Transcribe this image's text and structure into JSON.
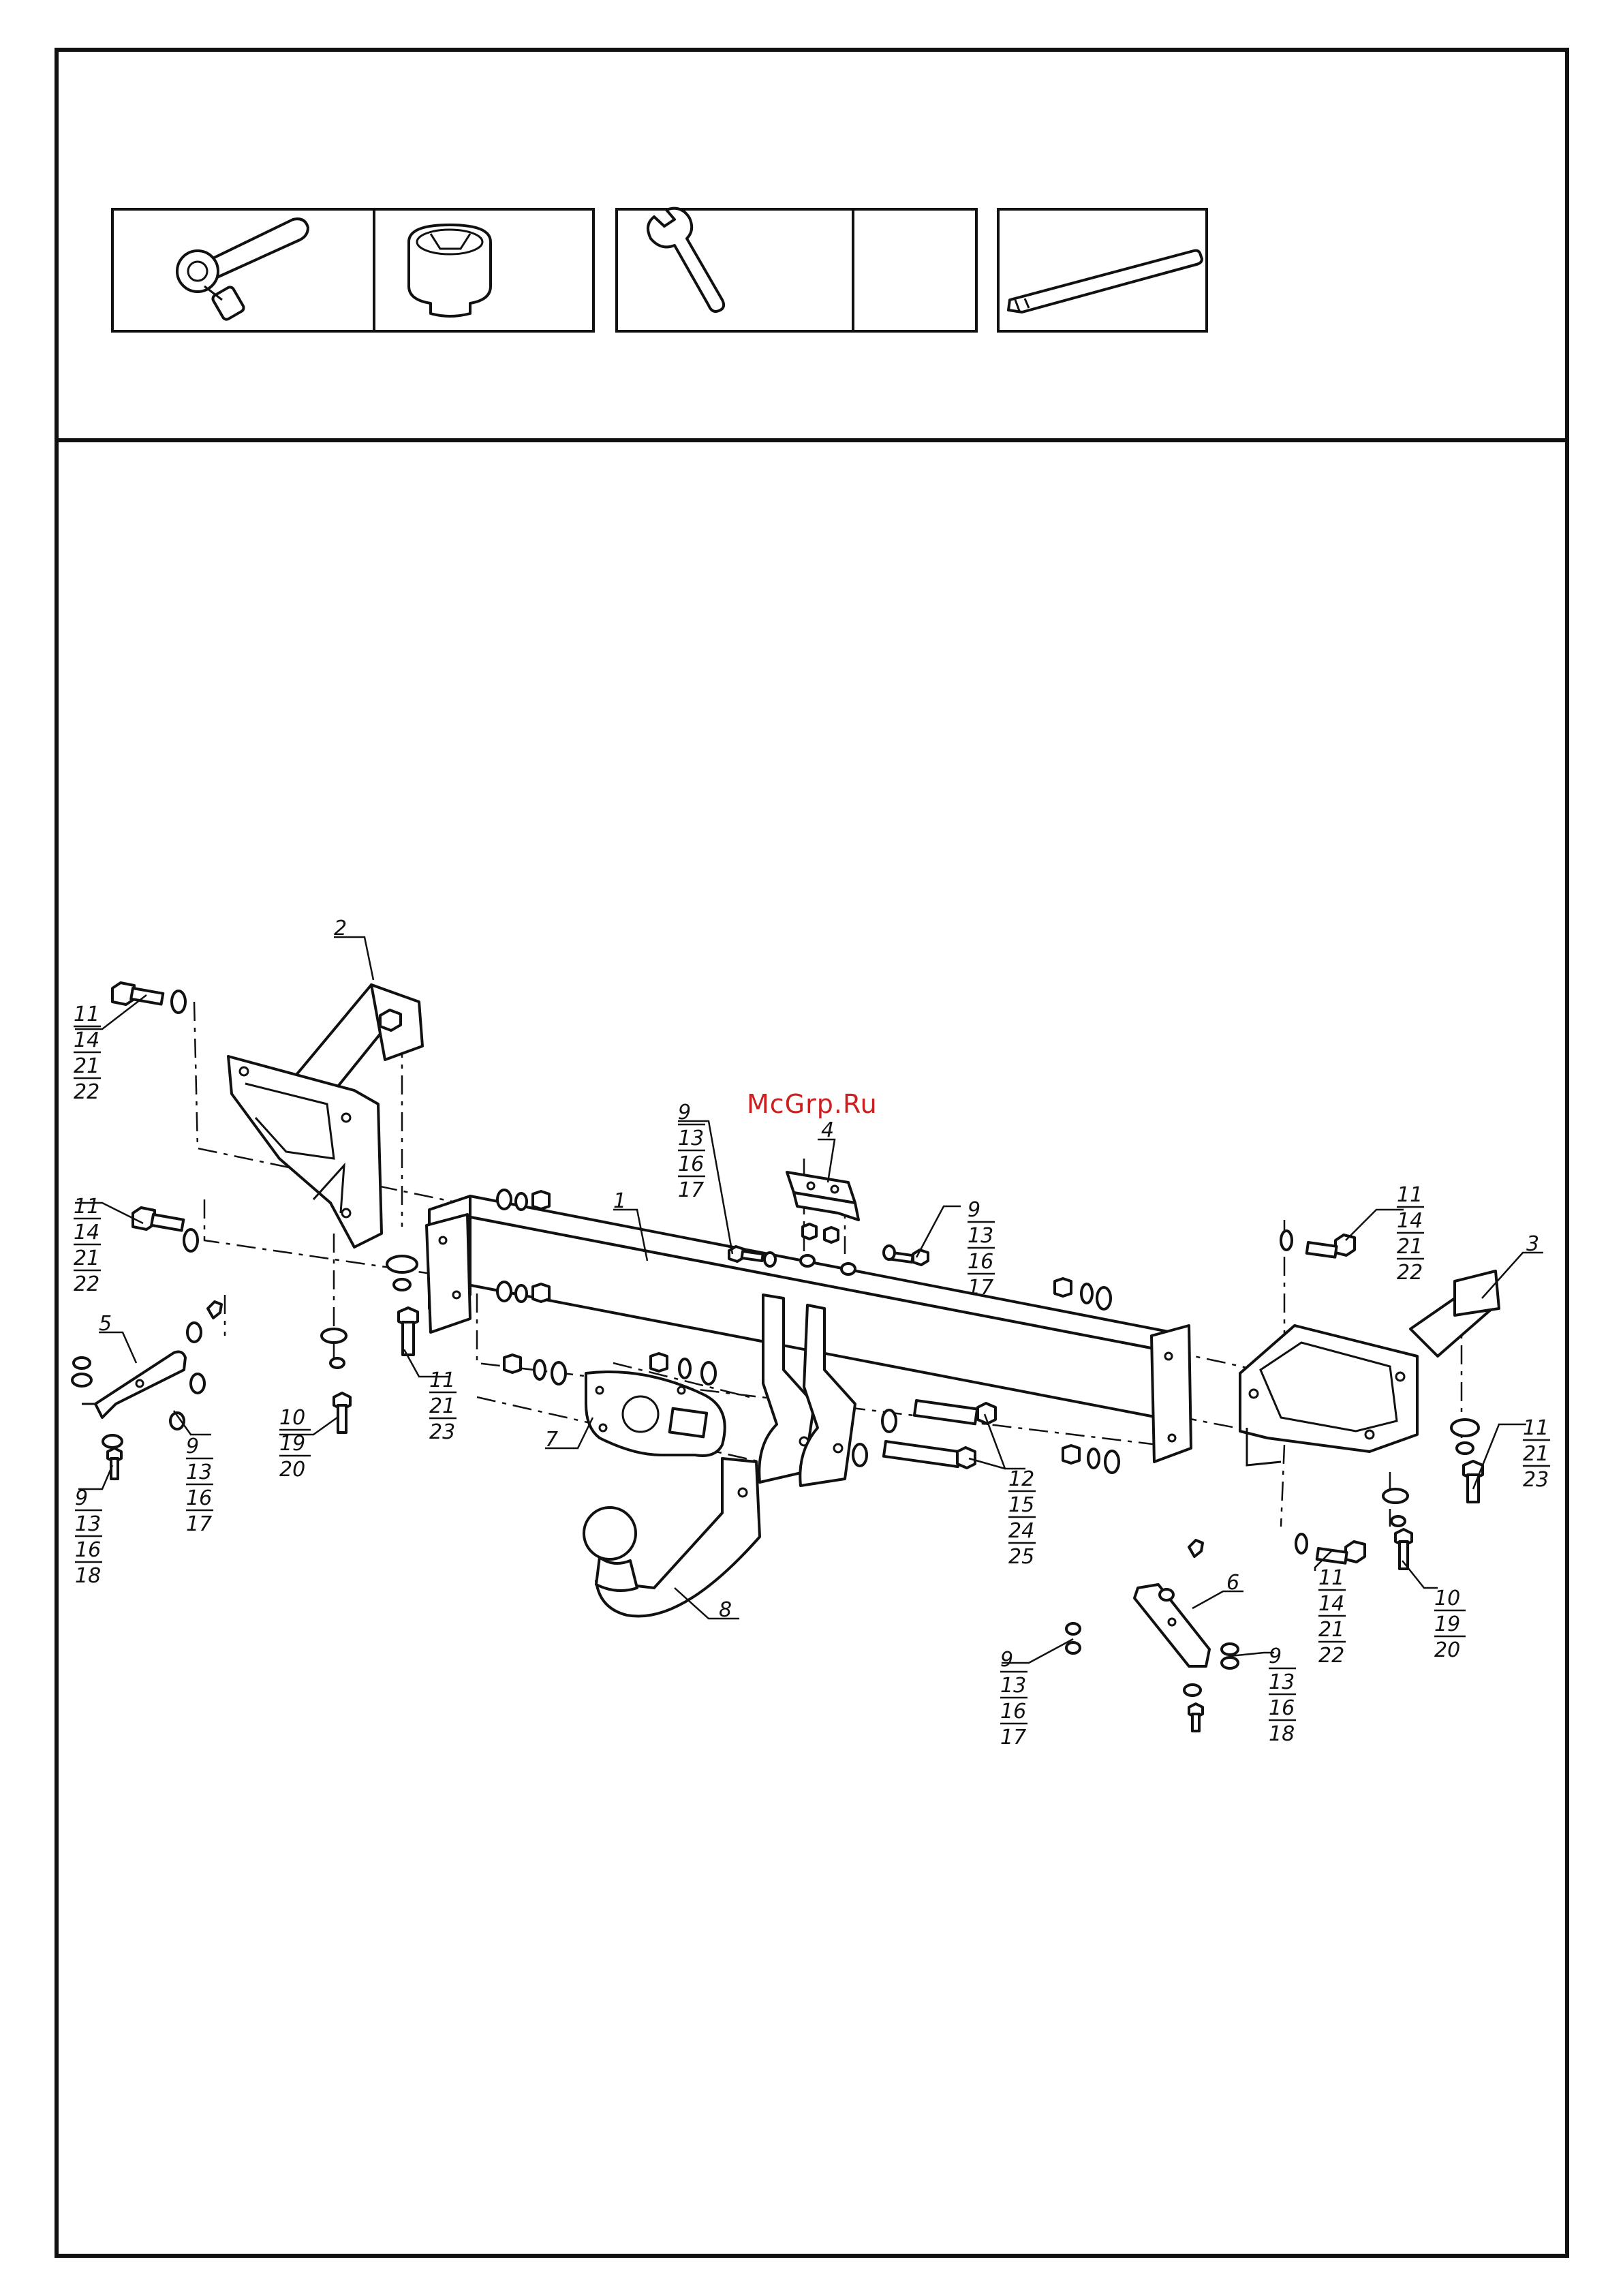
{
  "watermark": "McGrp.Ru",
  "tools": [
    {
      "name": "ratchet-wrench",
      "icon": "ratchet-icon"
    },
    {
      "name": "socket-head",
      "icon": "socket-icon"
    },
    {
      "name": "open-end-wrench",
      "icon": "wrench-icon"
    },
    {
      "name": "empty-cell",
      "icon": ""
    },
    {
      "name": "pry-bar",
      "icon": "pry-bar-icon"
    }
  ],
  "callouts": [
    {
      "id": "c1",
      "lines": [
        "1"
      ]
    },
    {
      "id": "c2",
      "lines": [
        "2"
      ]
    },
    {
      "id": "c3",
      "lines": [
        "3"
      ]
    },
    {
      "id": "c4",
      "lines": [
        "4"
      ]
    },
    {
      "id": "c5",
      "lines": [
        "5"
      ]
    },
    {
      "id": "c6",
      "lines": [
        "6"
      ]
    },
    {
      "id": "c7",
      "lines": [
        "7"
      ]
    },
    {
      "id": "c8",
      "lines": [
        "8"
      ]
    },
    {
      "id": "c9",
      "lines": [
        "11",
        "14",
        "21",
        "22"
      ]
    },
    {
      "id": "c10",
      "lines": [
        "11",
        "14",
        "21",
        "22"
      ]
    },
    {
      "id": "c11",
      "lines": [
        "9",
        "13",
        "16",
        "17"
      ]
    },
    {
      "id": "c12",
      "lines": [
        "9",
        "13",
        "16",
        "17"
      ]
    },
    {
      "id": "c13",
      "lines": [
        "9",
        "13",
        "16",
        "17"
      ]
    },
    {
      "id": "c14",
      "lines": [
        "9",
        "13",
        "16",
        "18"
      ]
    },
    {
      "id": "c15",
      "lines": [
        "10",
        "19",
        "20"
      ]
    },
    {
      "id": "c16",
      "lines": [
        "11",
        "21",
        "23"
      ]
    },
    {
      "id": "c17",
      "lines": [
        "11",
        "14",
        "21",
        "22"
      ]
    },
    {
      "id": "c18",
      "lines": [
        "11",
        "14",
        "21",
        "22"
      ]
    },
    {
      "id": "c19",
      "lines": [
        "11",
        "21",
        "23"
      ]
    },
    {
      "id": "c20",
      "lines": [
        "10",
        "19",
        "20"
      ]
    },
    {
      "id": "c21",
      "lines": [
        "12",
        "15",
        "24",
        "25"
      ]
    },
    {
      "id": "c22",
      "lines": [
        "9",
        "13",
        "16",
        "17"
      ]
    },
    {
      "id": "c23",
      "lines": [
        "9",
        "13",
        "16",
        "18"
      ]
    }
  ]
}
